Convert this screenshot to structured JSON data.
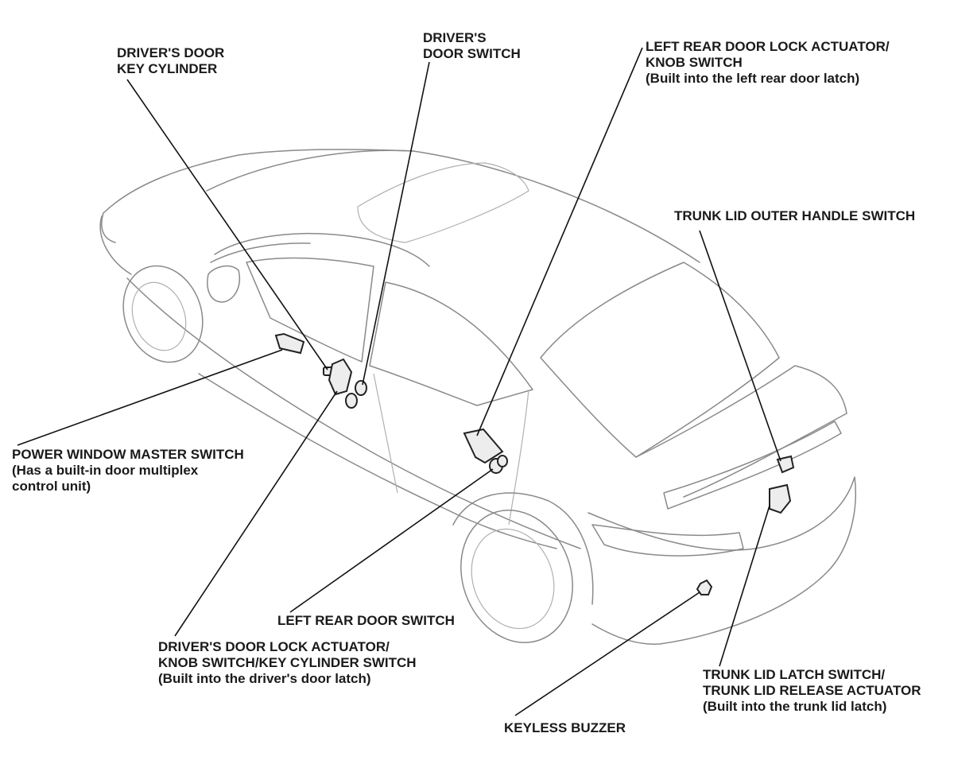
{
  "labels": {
    "drivers_door_key_cylinder": [
      "DRIVER'S DOOR",
      "KEY CYLINDER"
    ],
    "drivers_door_switch": [
      "DRIVER'S",
      "DOOR SWITCH"
    ],
    "left_rear_door_lock_actuator": [
      "LEFT REAR DOOR LOCK ACTUATOR/",
      "KNOB SWITCH",
      "(Built into the left rear door latch)"
    ],
    "trunk_lid_outer_handle_switch": [
      "TRUNK LID OUTER HANDLE SWITCH"
    ],
    "power_window_master_switch": [
      "POWER WINDOW MASTER SWITCH",
      "(Has a built-in door multiplex",
      "control unit)"
    ],
    "left_rear_door_switch": [
      "LEFT REAR DOOR SWITCH"
    ],
    "drivers_door_lock_actuator": [
      "DRIVER'S DOOR LOCK ACTUATOR/",
      "KNOB SWITCH/KEY CYLINDER SWITCH",
      "(Built into the driver's door latch)"
    ],
    "trunk_lid_latch_switch": [
      "TRUNK LID LATCH SWITCH/",
      "TRUNK LID RELEASE ACTUATOR",
      "(Built into the trunk lid latch)"
    ],
    "keyless_buzzer": [
      "KEYLESS BUZZER"
    ]
  }
}
